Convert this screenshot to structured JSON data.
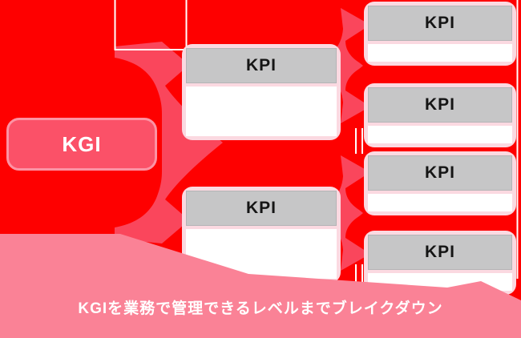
{
  "diagram": {
    "title_caption": "KGIを業務で管理できるレベルまでブレイクダウン",
    "kgi": {
      "label": "KGI"
    },
    "mid_kpis": [
      {
        "label": "KPI"
      },
      {
        "label": "KPI"
      }
    ],
    "right_kpis": [
      {
        "label": "KPI"
      },
      {
        "label": "KPI"
      },
      {
        "label": "KPI"
      },
      {
        "label": "KPI"
      }
    ],
    "colors": {
      "background": "#FE0000",
      "arrow_pink": "#FA465C",
      "kgi_fill": "#FB5168",
      "kgi_border": "#FC93A4",
      "kgi_text": "#FFFFFF",
      "card_container": "#FBD9E1",
      "kpi_header": "#C6C6C7",
      "kpi_body": "#FFFFFF",
      "kpi_text": "#151515",
      "caption_band": "#FA8296",
      "caption_text": "#FFFFFF",
      "artifact_line": "#FFFFFF"
    }
  }
}
